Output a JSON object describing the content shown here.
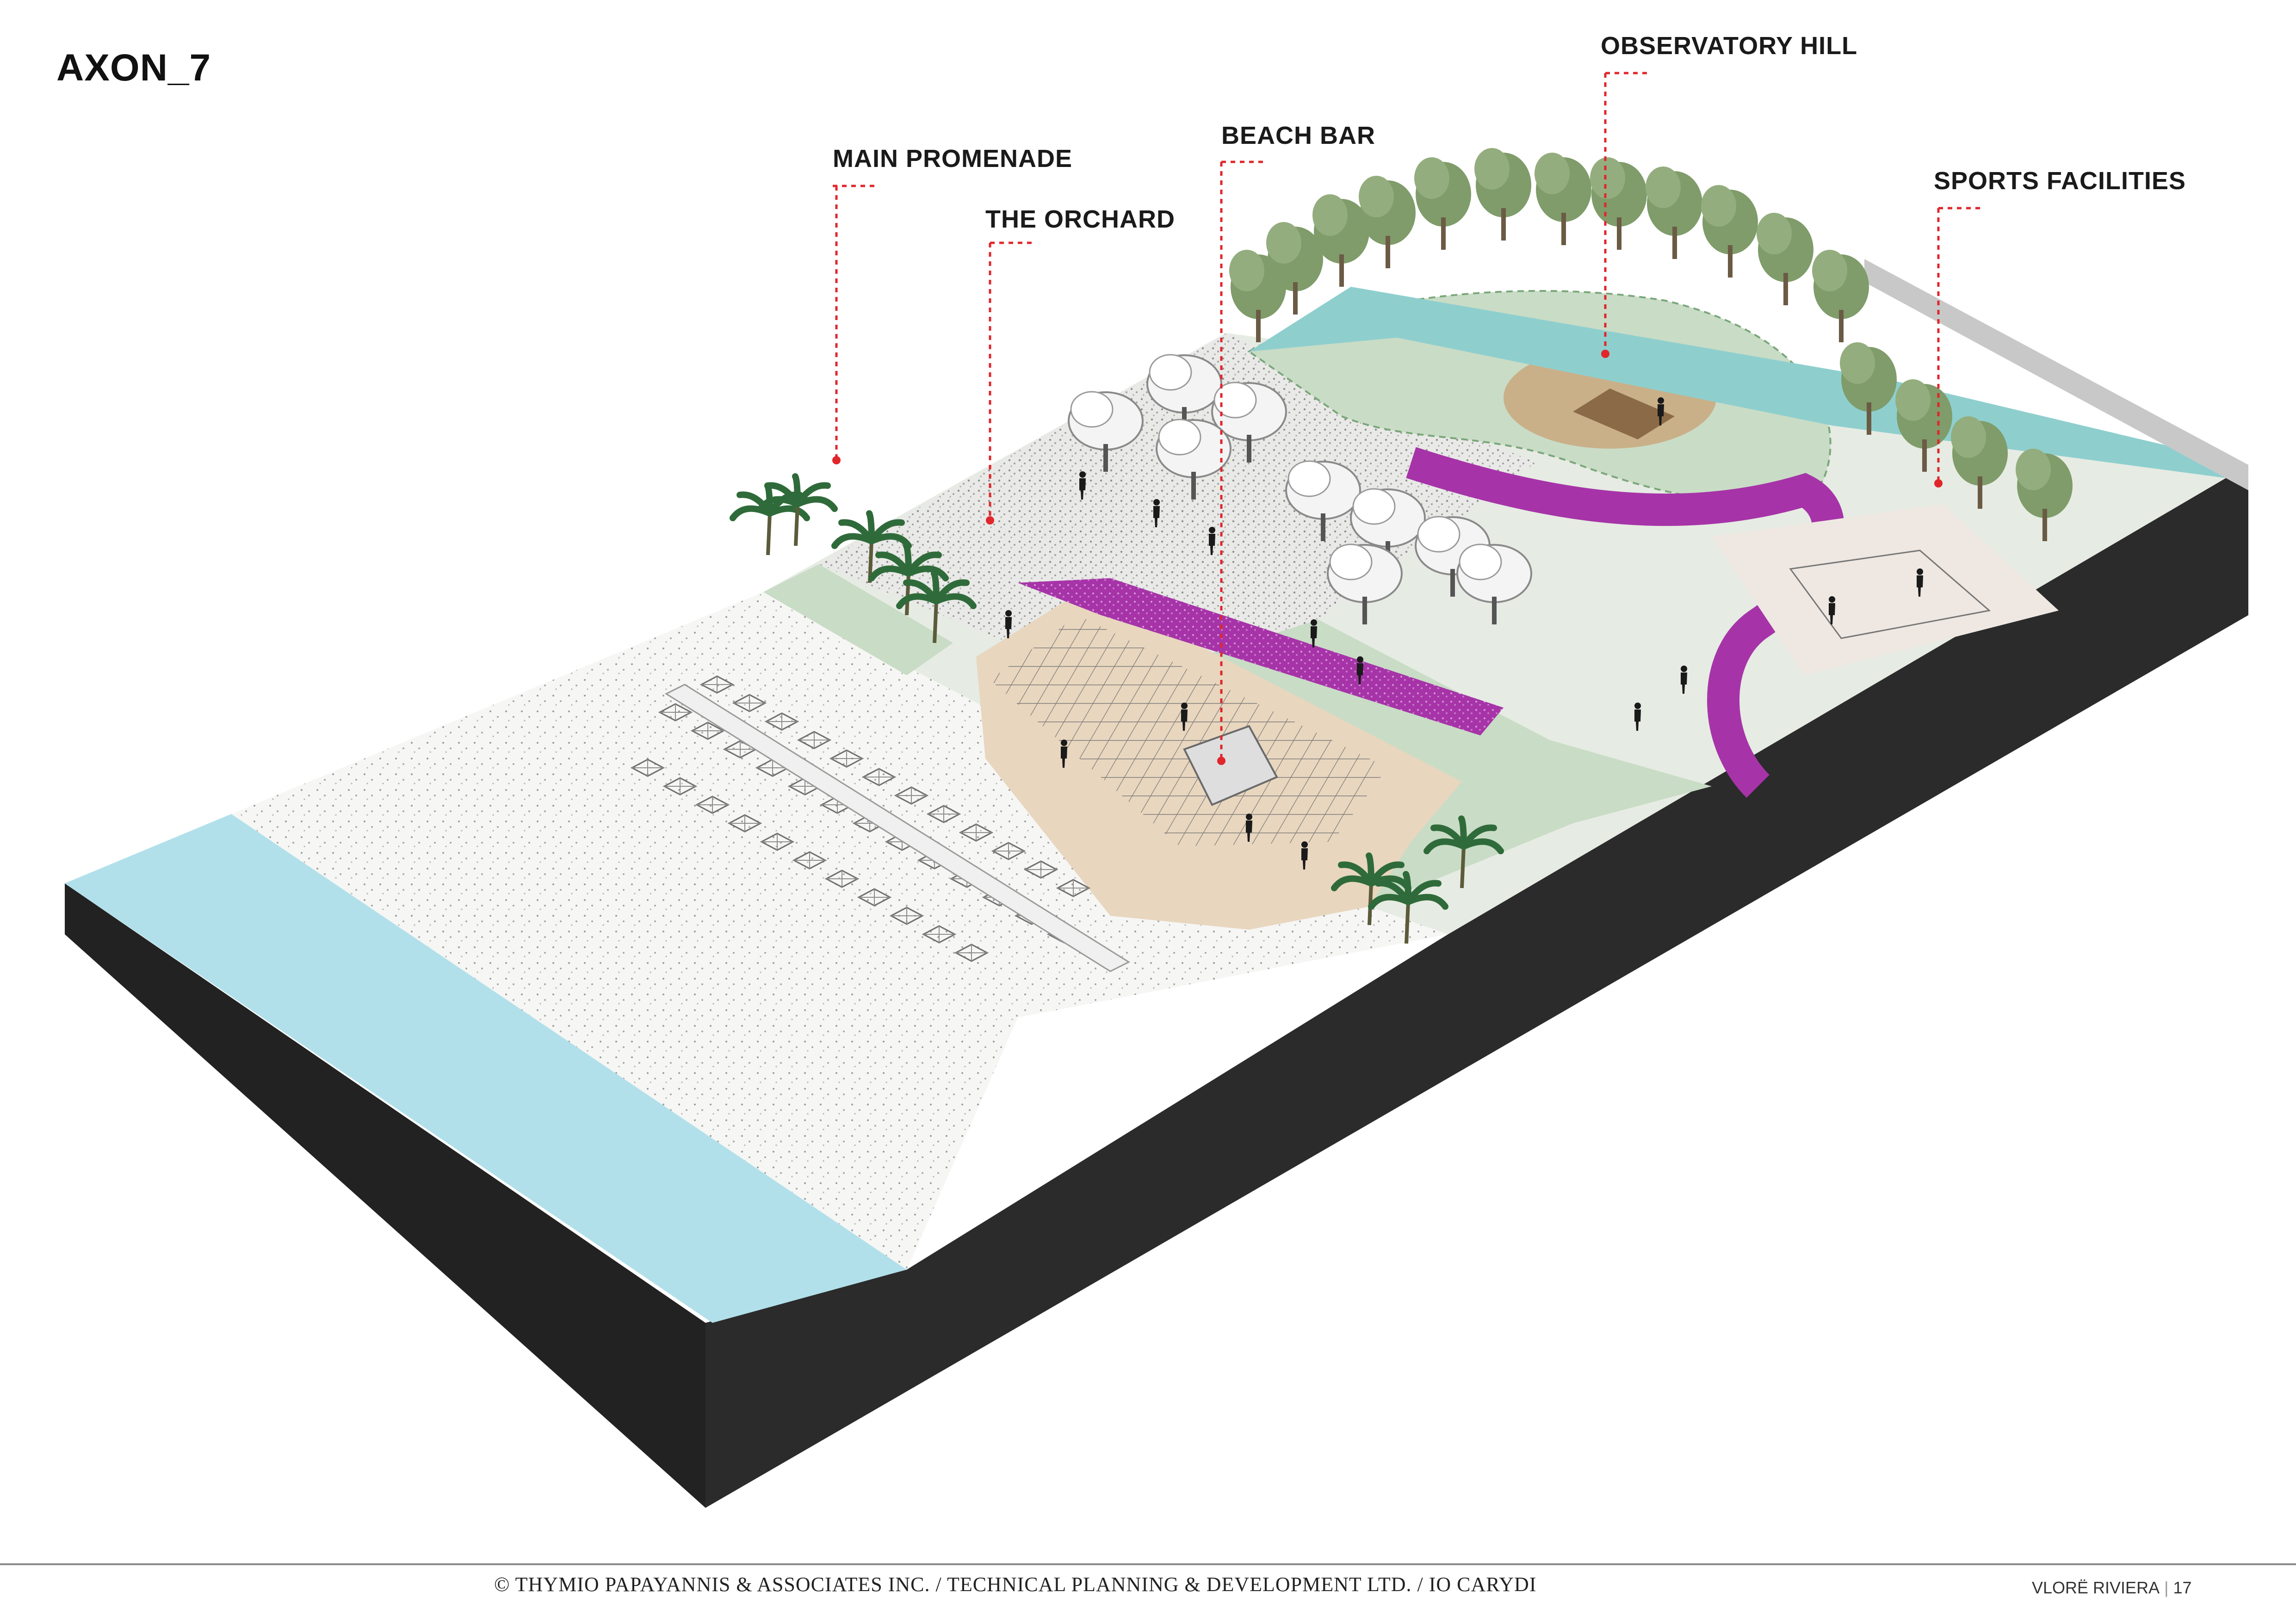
{
  "sheet": {
    "title": "AXON_7"
  },
  "labels": [
    {
      "id": "main-promenade",
      "text": "MAIN PROMENADE"
    },
    {
      "id": "the-orchard",
      "text": "THE ORCHARD"
    },
    {
      "id": "beach-bar",
      "text": "BEACH BAR"
    },
    {
      "id": "observatory-hill",
      "text": "OBSERVATORY HILL"
    },
    {
      "id": "sports-facilities",
      "text": "SPORTS FACILITIES"
    }
  ],
  "footer": {
    "credits": "© THYMIO PAPAYANNIS & ASSOCIATES INC. / TECHNICAL PLANNING & DEVELOPMENT LTD. / IO CARYDI",
    "project": "VLORË RIVIERA",
    "page": "17"
  },
  "colors": {
    "leader": "#e0262b",
    "sea": "#b2e0ea",
    "sea_edge": "#45c3d3",
    "ground_section": "#2b2b2b",
    "sand": "#f5f5f2",
    "lawn": "#c9dcc6",
    "deck": "#e8d6bf",
    "path_purple": "#a634a8",
    "observatory": "#c9b089",
    "sports_court": "#efe8e2",
    "tree": "#7f9c6a",
    "water_channel": "#8ecfce"
  }
}
